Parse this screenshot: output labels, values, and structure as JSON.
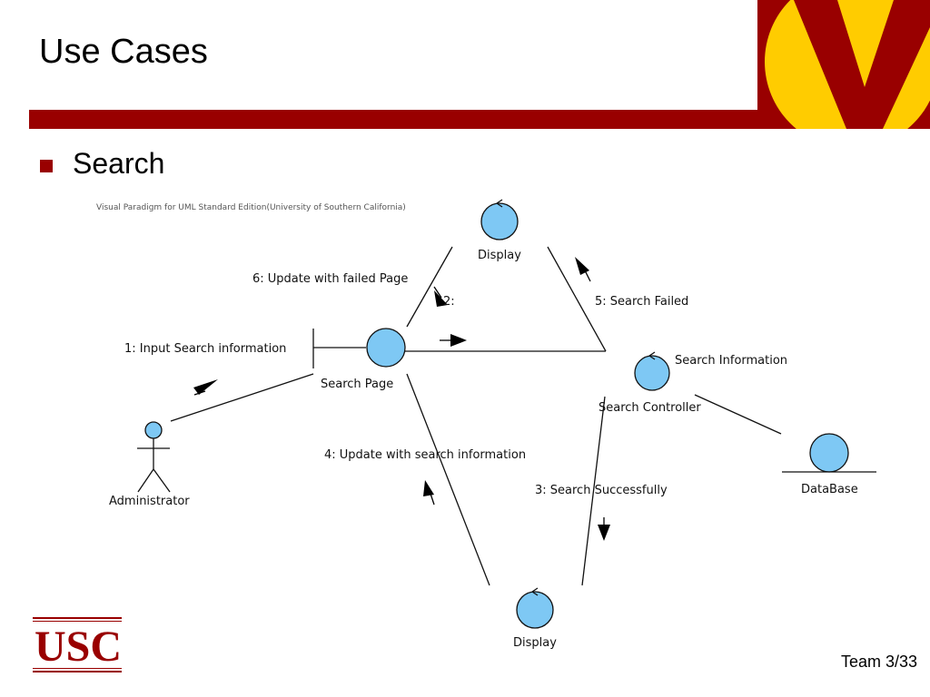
{
  "slide": {
    "title": "Use Cases",
    "bullet": "Search",
    "page_number": "Team 3/33"
  },
  "brand": {
    "accent": "#990000",
    "logo_gold": "#ffcc00",
    "node_fill": "#7ec8f4"
  },
  "diagram": {
    "watermark": "Visual Paradigm for UML Standard Edition(University of Southern California)",
    "actor": "Administrator",
    "nodes": {
      "search_page": "Search Page",
      "display_top": "Display",
      "display_bottom": "Display",
      "search_controller": "Search Controller",
      "database": "DataBase"
    },
    "messages": {
      "m1": "1: Input Search information",
      "m2": "2:",
      "m3": "3: Search Successfully",
      "m4": "4: Update with search information",
      "m5": "5: Search Failed",
      "m6": "6: Update with failed Page",
      "search_info": "Search Information"
    }
  },
  "footer": {
    "logo_text": "USC"
  }
}
